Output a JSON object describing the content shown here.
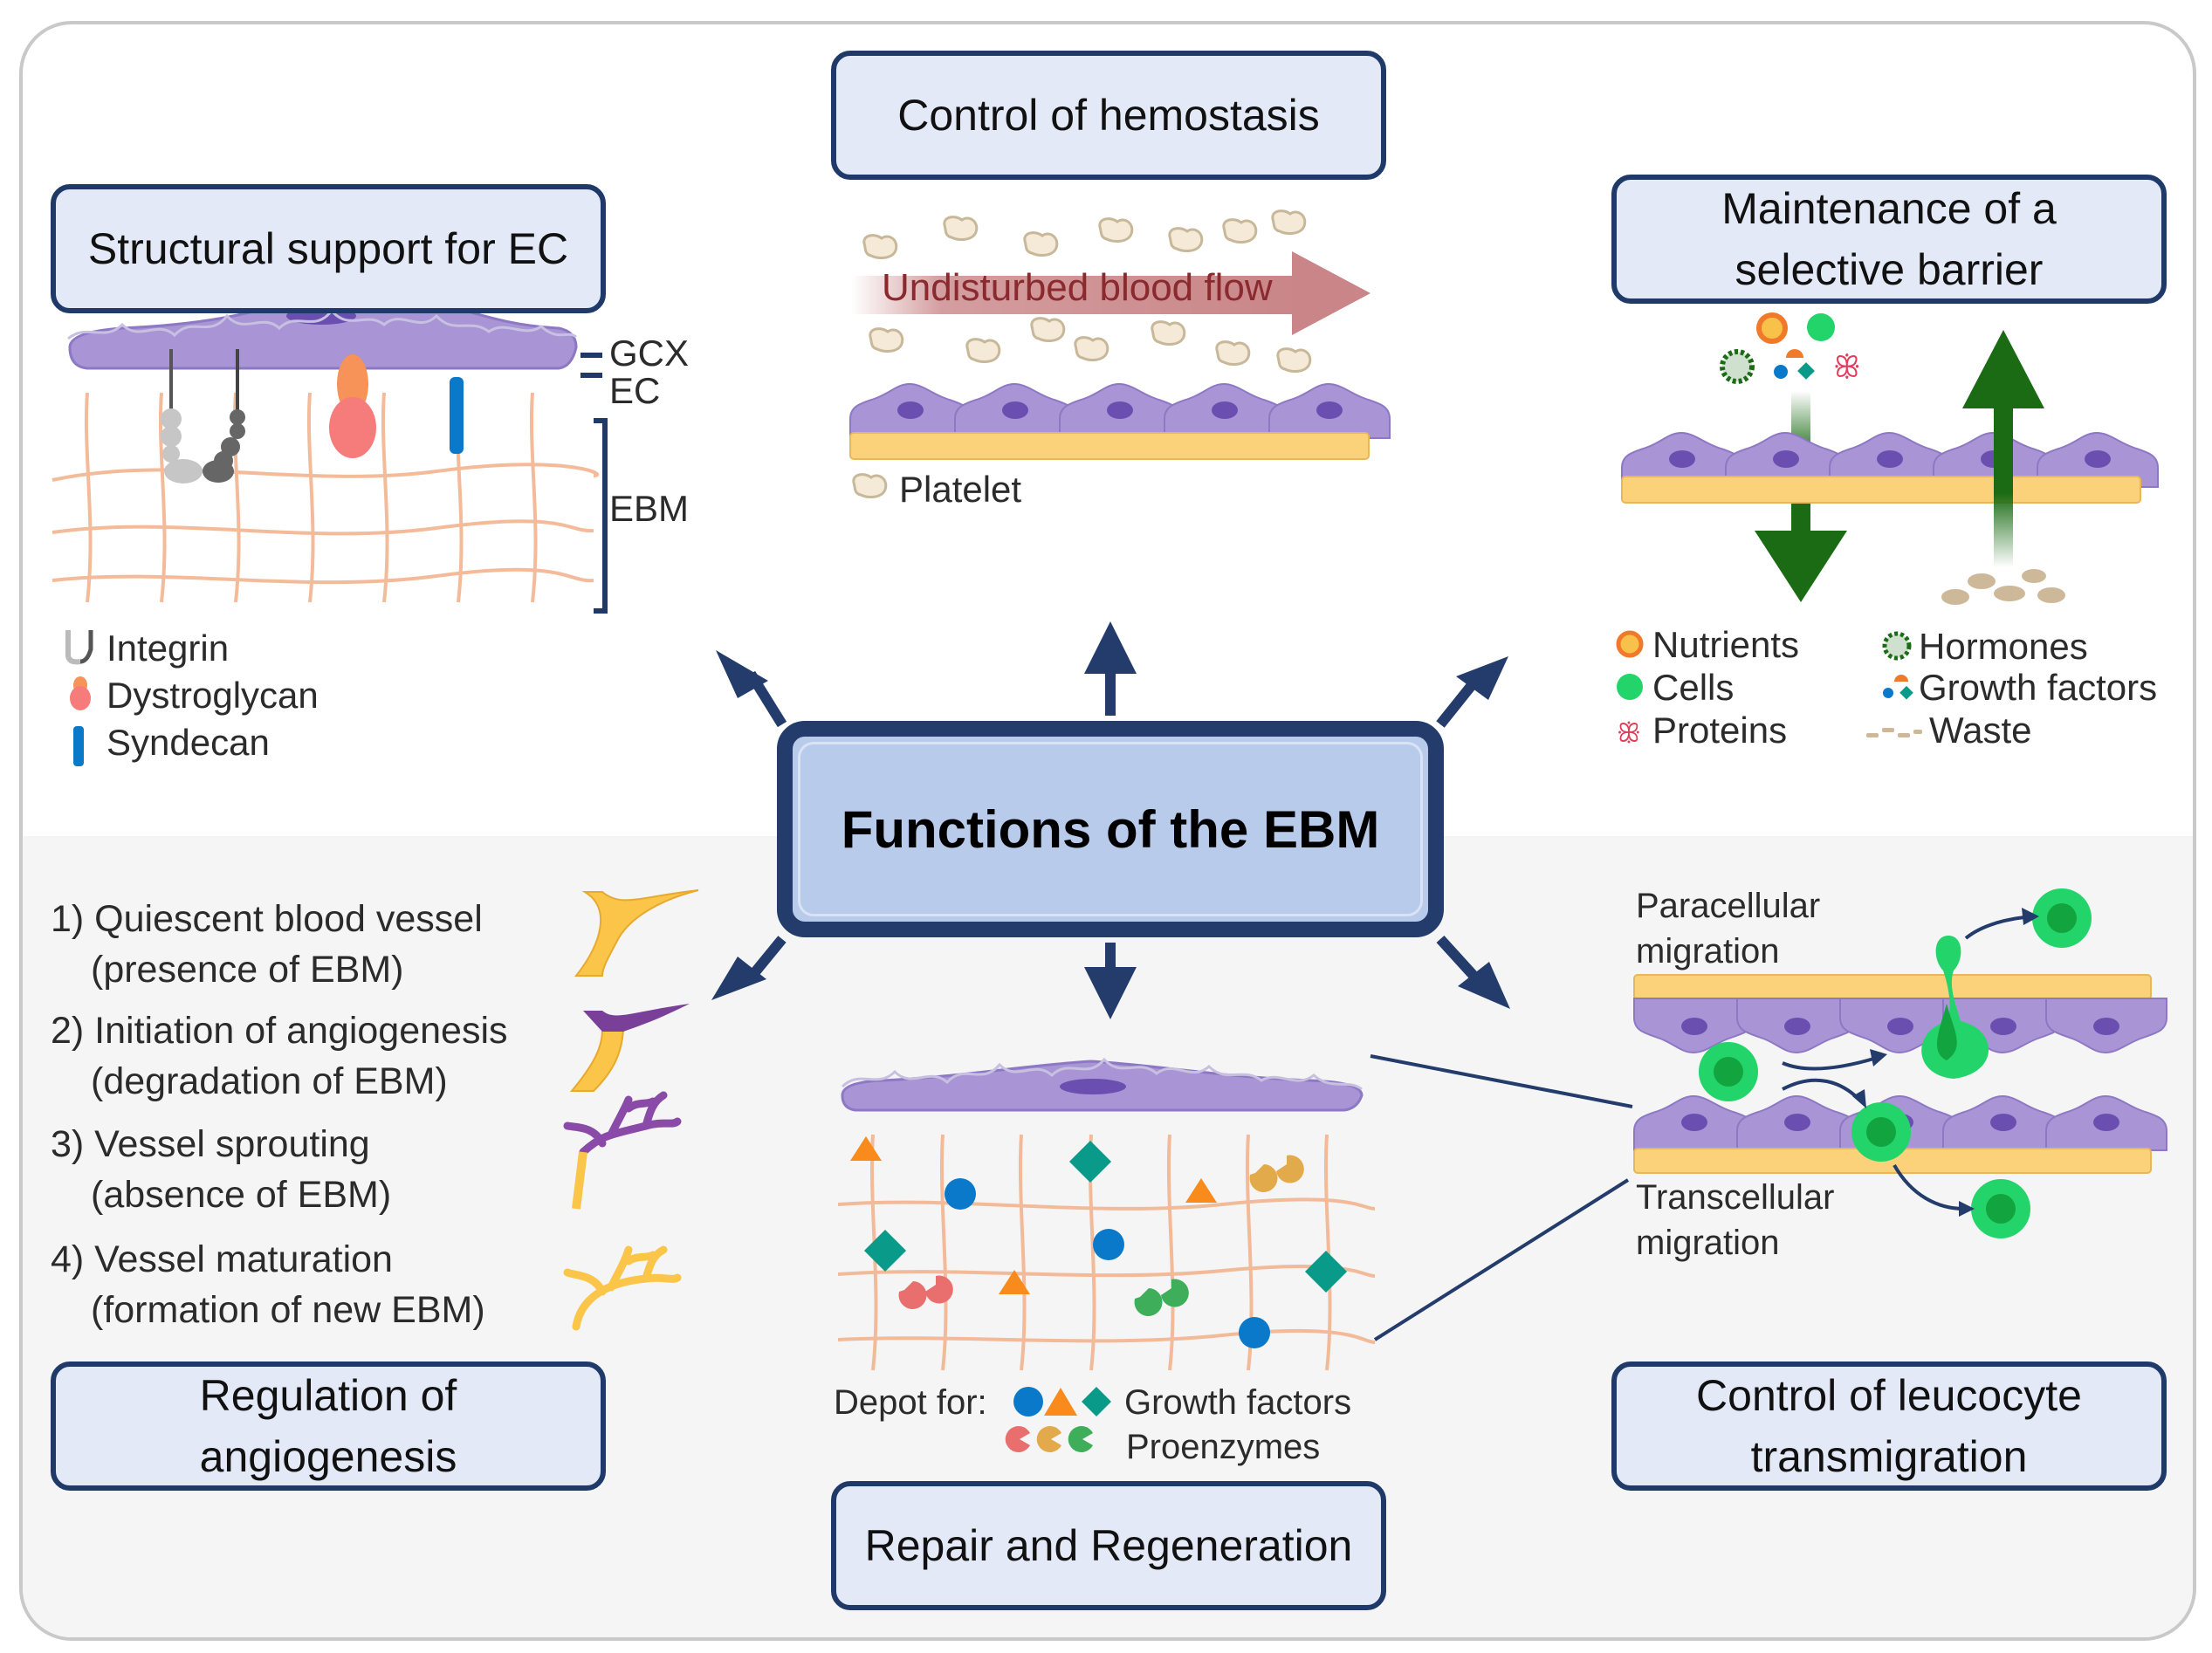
{
  "figure": {
    "center_title": "Functions of the EBM",
    "colors": {
      "box_fill": "#e4e9f7",
      "box_border": "#1f3a68",
      "center_fill": "#b9cbea",
      "endothelial_cell": "#a994d6",
      "basement_membrane": "#fbd17a",
      "mesh": "#f2b48f",
      "arrow": "#233c6b",
      "barrier_arrow": "#1a6b14",
      "leucocyte": "#22d46a"
    }
  },
  "panels": {
    "structural": {
      "title": "Structural support for EC",
      "layer_labels": [
        "GCX",
        "EC",
        "EBM"
      ],
      "legend": [
        {
          "icon": "integrin-icon",
          "label": "Integrin"
        },
        {
          "icon": "dystroglycan-icon",
          "label": "Dystroglycan"
        },
        {
          "icon": "syndecan-icon",
          "label": "Syndecan"
        }
      ]
    },
    "hemostasis": {
      "title": "Control of hemostasis",
      "flow_label": "Undisturbed blood flow",
      "legend": [
        {
          "icon": "platelet-icon",
          "label": "Platelet"
        }
      ]
    },
    "barrier": {
      "title_line1": "Maintenance of a",
      "title_line2": "selective barrier",
      "legend": [
        {
          "icon": "nutrients-icon",
          "label": "Nutrients"
        },
        {
          "icon": "hormones-icon",
          "label": "Hormones"
        },
        {
          "icon": "cells-icon",
          "label": "Cells"
        },
        {
          "icon": "growth-factors-icon",
          "label": "Growth factors"
        },
        {
          "icon": "proteins-icon",
          "label": "Proteins"
        },
        {
          "icon": "waste-icon",
          "label": "Waste"
        }
      ]
    },
    "angiogenesis": {
      "title_line1": "Regulation of",
      "title_line2": "angiogenesis",
      "steps": [
        {
          "line1": "1) Quiescent blood vessel",
          "line2": "(presence of EBM)"
        },
        {
          "line1": "2) Initiation of angiogenesis",
          "line2": "(degradation of EBM)"
        },
        {
          "line1": "3) Vessel sprouting",
          "line2": "(absence of EBM)"
        },
        {
          "line1": "4) Vessel maturation",
          "line2": "(formation of new EBM)"
        }
      ]
    },
    "repair": {
      "title": "Repair and Regeneration",
      "depot_label": "Depot for:",
      "growth_factors_label": "Growth factors",
      "proenzymes_label": "Proenzymes"
    },
    "leucocyte": {
      "title_line1": "Control of leucocyte",
      "title_line2": "transmigration",
      "paracellular_line1": "Paracellular",
      "paracellular_line2": "migration",
      "transcellular_line1": "Transcellular",
      "transcellular_line2": "migration"
    }
  }
}
